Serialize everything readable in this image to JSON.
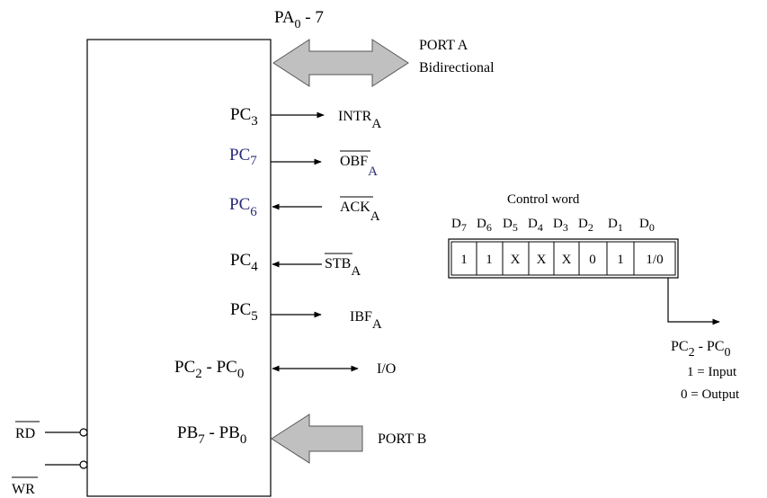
{
  "port_a": {
    "bus_base": "PA",
    "bus_from": "0",
    "bus_sep": " - ",
    "bus_to": "7",
    "label": "PORT A",
    "mode": "Bidirectional"
  },
  "port_b": {
    "pin_base": "PB",
    "pin_from": "7",
    "pin_sep": " - ",
    "pin_to": "0",
    "label": "PORT B"
  },
  "pc_pins": {
    "pc3": {
      "base": "PC",
      "sub": "3",
      "signal": "INTR",
      "signal_sub": "A"
    },
    "pc7": {
      "base": "PC",
      "sub": "7",
      "signal": "OBF",
      "signal_sub": "A"
    },
    "pc6": {
      "base": "PC",
      "sub": "6",
      "signal": "ACK",
      "signal_sub": "A"
    },
    "pc4": {
      "base": "PC",
      "sub": "4",
      "signal": "STB",
      "signal_sub": "A"
    },
    "pc5": {
      "base": "PC",
      "sub": "5",
      "signal": "IBF",
      "signal_sub": "A"
    },
    "pc20": {
      "base": "PC",
      "sub_a": "2",
      "sep": " - ",
      "base2": "PC",
      "sub_b": "0",
      "signal": "I/O"
    }
  },
  "control_pins": {
    "rd": "RD",
    "wr": "WR"
  },
  "control_word": {
    "title": "Control word",
    "bit_base": "D",
    "bits": [
      "7",
      "6",
      "5",
      "4",
      "3",
      "2",
      "1",
      "0"
    ],
    "values": [
      "1",
      "1",
      "X",
      "X",
      "X",
      "0",
      "1",
      "1/0"
    ],
    "d0_target": {
      "base": "PC",
      "sub_a": "2",
      "sep": " - ",
      "base2": "PC",
      "sub_b": "0"
    },
    "d0_notes": [
      "1 = Input",
      "0 = Output"
    ]
  }
}
